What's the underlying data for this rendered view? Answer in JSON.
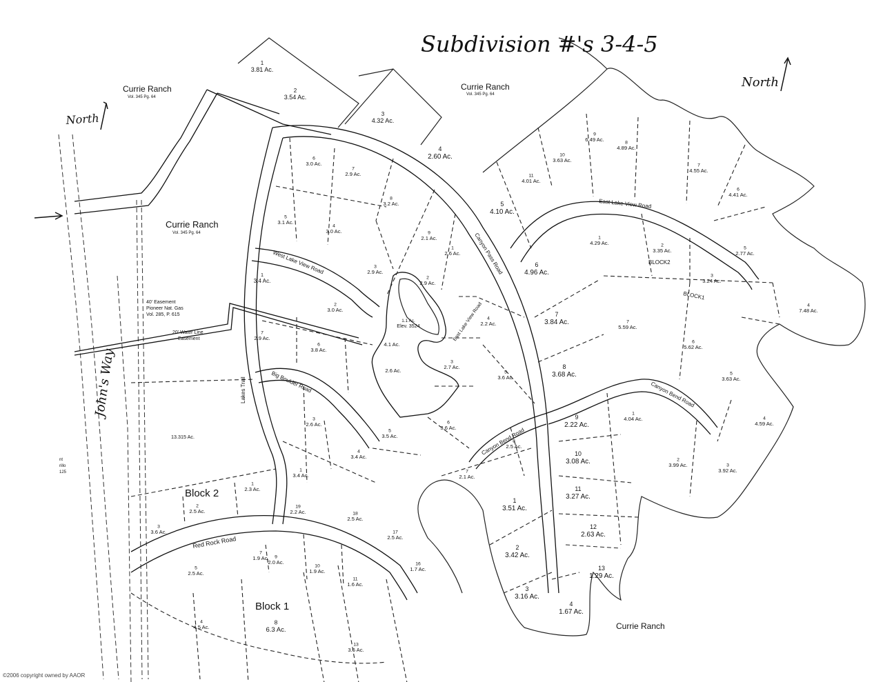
{
  "title": "Subdivision #'s 3-4-5",
  "north_labels": [
    "North",
    "North"
  ],
  "ranch": {
    "name": "Currie Ranch",
    "ref": "Vol. 345 Pg. 64"
  },
  "easements": {
    "gas": [
      "40' Easement",
      "Pioneer Nat. Gas",
      "Vol. 285, P. 615"
    ],
    "water": [
      "20' Water Line",
      "Easement"
    ]
  },
  "roads": [
    {
      "id": "johns-way",
      "label": "John's Way"
    },
    {
      "id": "canyon-pass-road",
      "label": "Canyon Pass Road"
    },
    {
      "id": "east-lake-view-road",
      "label": "East Lake View Road"
    },
    {
      "id": "west-lake-view-road",
      "label": "West Lake View Road"
    },
    {
      "id": "big-boulder-road",
      "label": "Big Boulder Road"
    },
    {
      "id": "canyon-bend-road",
      "label": "Canyon Bend Road"
    },
    {
      "id": "red-rock-road",
      "label": "Red Rock Road"
    },
    {
      "id": "lakes-trail",
      "label": "Lakes Trail"
    },
    {
      "id": "east-lake-view-road-2",
      "label": "East Lake View Road"
    }
  ],
  "blocks": [
    {
      "id": "block-1-a",
      "label": "Block 1"
    },
    {
      "id": "block-2-a",
      "label": "Block 2"
    },
    {
      "id": "block-k2",
      "label": "BLOCK2"
    },
    {
      "id": "block-k1",
      "label": "BLOCK1"
    }
  ],
  "lots": [
    {
      "n": "1",
      "a": "3.81 Ac."
    },
    {
      "n": "2",
      "a": "3.54 Ac."
    },
    {
      "n": "3",
      "a": "4.32 Ac."
    },
    {
      "n": "4",
      "a": "2.60 Ac."
    },
    {
      "n": "5",
      "a": "4.10 Ac."
    },
    {
      "n": "6",
      "a": "3.0 Ac."
    },
    {
      "n": "7",
      "a": "2.9 Ac."
    },
    {
      "n": "8",
      "a": "3.2 Ac."
    },
    {
      "n": "5",
      "a": "3.1 Ac."
    },
    {
      "n": "4",
      "a": "3.0 Ac."
    },
    {
      "n": "9",
      "a": "2.1 Ac."
    },
    {
      "n": "1",
      "a": "2.6 Ac."
    },
    {
      "n": "3",
      "a": "2.9 Ac."
    },
    {
      "n": "2",
      "a": "2.9 Ac."
    },
    {
      "n": "1",
      "a": "3.4 Ac."
    },
    {
      "n": "2",
      "a": "3.0 Ac."
    },
    {
      "n": "1.1 Ac.",
      "a": "Elev. 3524"
    },
    {
      "n": "7",
      "a": "2.9 Ac."
    },
    {
      "n": "6",
      "a": "3.8 Ac."
    },
    {
      "n": "",
      "a": "4.1 Ac."
    },
    {
      "n": "4",
      "a": "2.2 Ac."
    },
    {
      "n": "3",
      "a": "2.7 Ac."
    },
    {
      "n": "",
      "a": "2.6 Ac."
    },
    {
      "n": "5",
      "a": "3.6 Ac."
    },
    {
      "n": "3",
      "a": "2.6 Ac."
    },
    {
      "n": "5",
      "a": "3.5 Ac."
    },
    {
      "n": "4",
      "a": "3.4 Ac."
    },
    {
      "n": "6",
      "a": "3.6 Ac."
    },
    {
      "n": "8",
      "a": "2.5 Ac."
    },
    {
      "n": "7",
      "a": "2.1 Ac."
    },
    {
      "n": "1",
      "a": "3.4 Ac."
    },
    {
      "n": "",
      "a": "13.315 Ac."
    },
    {
      "n": "1",
      "a": "2.3 Ac."
    },
    {
      "n": "2",
      "a": "2.5 Ac."
    },
    {
      "n": "3",
      "a": "3.6 Ac."
    },
    {
      "n": "19",
      "a": "2.2 Ac."
    },
    {
      "n": "18",
      "a": "2.5 Ac."
    },
    {
      "n": "17",
      "a": "2.5 Ac."
    },
    {
      "n": "7",
      "a": "1.9 Ac."
    },
    {
      "n": "9",
      "a": "2.0 Ac."
    },
    {
      "n": "10",
      "a": "1.9 Ac."
    },
    {
      "n": "11",
      "a": "1.6 Ac."
    },
    {
      "n": "16",
      "a": "1.7 Ac."
    },
    {
      "n": "5",
      "a": "2.5 Ac."
    },
    {
      "n": "4",
      "a": "4.5 Ac."
    },
    {
      "n": "8",
      "a": "6.3 Ac."
    },
    {
      "n": "13",
      "a": "3.6 Ac."
    },
    {
      "n": "11",
      "a": "4.01 Ac."
    },
    {
      "n": "10",
      "a": "3.63 Ac."
    },
    {
      "n": "9",
      "a": "6.49 Ac."
    },
    {
      "n": "8",
      "a": "4.89 Ac."
    },
    {
      "n": "7",
      "a": "4.55 Ac."
    },
    {
      "n": "6",
      "a": "4.41 Ac."
    },
    {
      "n": "5",
      "a": "2.77 Ac."
    },
    {
      "n": "1",
      "a": "4.29 Ac."
    },
    {
      "n": "2",
      "a": "3.35 Ac."
    },
    {
      "n": "3",
      "a": "3.24 Ac."
    },
    {
      "n": "4",
      "a": "7.48 Ac."
    },
    {
      "n": "6",
      "a": "4.96 Ac."
    },
    {
      "n": "7",
      "a": "3.84 Ac."
    },
    {
      "n": "8",
      "a": "3.68 Ac."
    },
    {
      "n": "7",
      "a": "5.59 Ac."
    },
    {
      "n": "6",
      "a": "5.62 Ac."
    },
    {
      "n": "5",
      "a": "3.63 Ac."
    },
    {
      "n": "9",
      "a": "2.22 Ac."
    },
    {
      "n": "10",
      "a": "3.08 Ac."
    },
    {
      "n": "11",
      "a": "3.27 Ac."
    },
    {
      "n": "12",
      "a": "2.63 Ac."
    },
    {
      "n": "1",
      "a": "4.04 Ac."
    },
    {
      "n": "2",
      "a": "3.99 Ac."
    },
    {
      "n": "3",
      "a": "3.92 Ac."
    },
    {
      "n": "4",
      "a": "4.59 Ac."
    },
    {
      "n": "1",
      "a": "3.51 Ac."
    },
    {
      "n": "2",
      "a": "3.42 Ac."
    },
    {
      "n": "3",
      "a": "3.16 Ac."
    },
    {
      "n": "4",
      "a": "1.67 Ac."
    },
    {
      "n": "13",
      "a": "1.29 Ac."
    }
  ],
  "fragments": {
    "left": [
      "nt",
      "rillo",
      "125"
    ],
    "copyright": "©2006 copyright owned by AAOR"
  },
  "colors": {
    "ink": "#111111",
    "paper": "#ffffff"
  }
}
